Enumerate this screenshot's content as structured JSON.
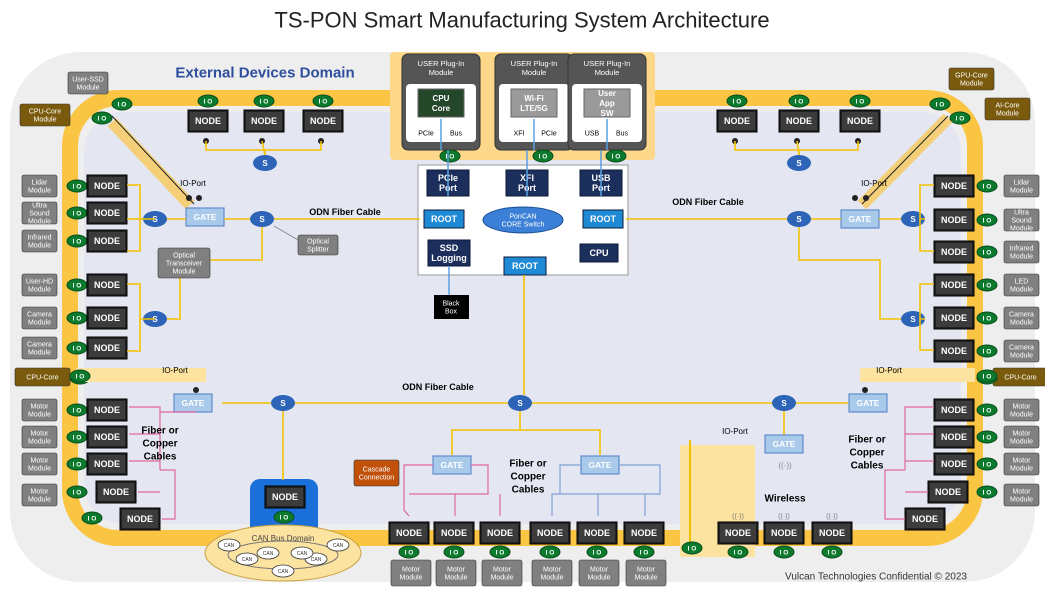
{
  "title": "TS-PON Smart Manufacturing System Architecture",
  "domain_label": "External Devices Domain",
  "colors": {
    "ring": "#fbc544",
    "inner": "#e4e7f2",
    "node": "#3c3c3c",
    "gate": "#a9c9ea",
    "splitter": "#2e64b8",
    "root": "#1e8ad6",
    "core_box": "#1c2e5c",
    "fiber": "#f2c200",
    "module_brown": "#7a5a0c",
    "module_grey": "#808080",
    "can_domain": "#1a6fd8",
    "cascade": "#c0500a"
  },
  "labels": {
    "node": "NODE",
    "gate": "GATE",
    "splitter": "S",
    "io": "I O",
    "root": "ROOT",
    "io_port": "IO-Port",
    "odn_fiber_cable": "ODN Fiber Cable",
    "optical_splitter": "Optical Splitter",
    "optical_transceiver": "Optical Transceiver Module",
    "fiber_copper": "Fiber or Copper Cables",
    "wireless": "Wireless",
    "cascade": "Cascade Connection",
    "can_bus_domain": "CAN Bus Domain",
    "can": "CAN",
    "black_box": "Black Box",
    "footer": "Vulcan Technologies Confidential © 2023"
  },
  "core": {
    "switch": "PonCAN CORE Switch",
    "pcie_port": "PCIe Port",
    "xfi_port": "XFI Port",
    "usb_port": "USB Port",
    "ssd_logging": "SSD Logging",
    "cpu": "CPU",
    "root": "ROOT"
  },
  "plugins": [
    {
      "title": "USER Plug-In Module",
      "chip": "CPU Core",
      "bus_left": "PCIe",
      "bus_right": "Bus"
    },
    {
      "title": "USER Plug-In Module",
      "chip": "Wi-Fi LTE/5G",
      "bus_left": "XFI",
      "bus_right": "PCIe"
    },
    {
      "title": "USER Plug-In Module",
      "chip": "User App SW",
      "bus_left": "USB",
      "bus_right": "Bus"
    }
  ],
  "modules": {
    "user_ssd": "User-SSD Module",
    "cpu_core_module": "CPU-Core Module",
    "gpu_core_module": "GPU-Core Module",
    "ai_core_module": "AI-Core Module",
    "left_stack": [
      "Lidar Module",
      "Ultra Sound Module",
      "Infrared Module",
      "User-HD Module",
      "Camera Module",
      "Camera Module"
    ],
    "right_stack": [
      "Lidar Module",
      "Ultra Sound Module",
      "Infrared Module",
      "LED Module",
      "Camera Module",
      "Camera Module"
    ],
    "cpu_core_bar": "CPU-Core",
    "motor": "Motor Module"
  }
}
